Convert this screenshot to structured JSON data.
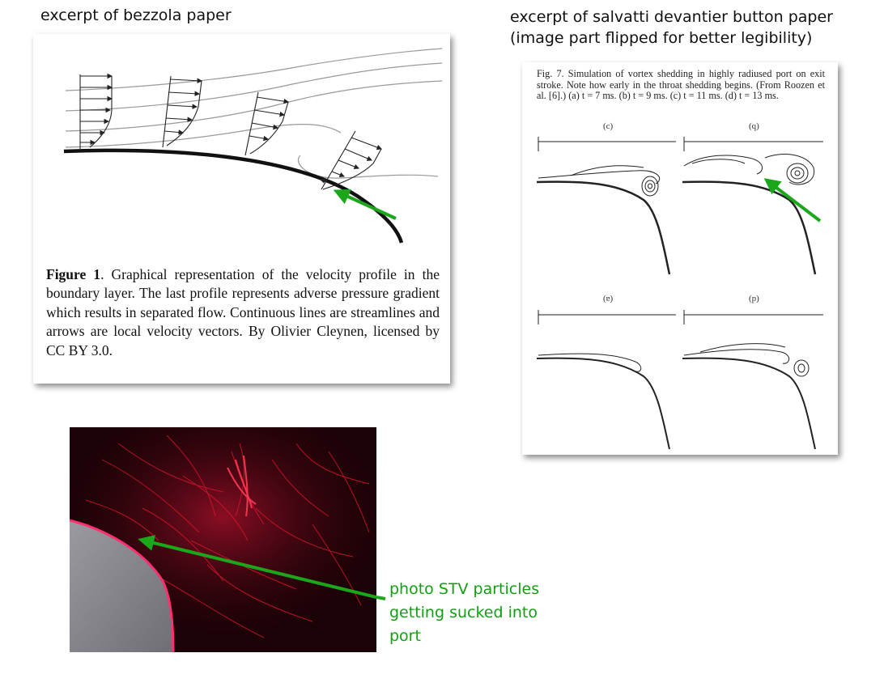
{
  "headings": {
    "left": "excerpt of bezzola paper",
    "right_line1": "excerpt of salvatti devantier button paper",
    "right_line2": "(image part flipped for better legibility)"
  },
  "figure1": {
    "label": "Figure 1",
    "caption": ". Graphical representation of the velocity profile in the boundary layer. The last profile represents adverse pressure gradient which results in separated flow. Continuous lines are streamlines and arrows are local velocity vectors. By Olivier Cleynen, licensed by CC BY 3.0."
  },
  "fig7": {
    "caption": "Fig. 7. Simulation of vortex shedding in highly radiused port on exit stroke. Note how early in the throat shedding begins. (From Roozen et al. [6].) (a) t = 7 ms. (b) t = 9 ms. (c) t = 11 ms. (d) t = 13 ms.",
    "panel_labels": [
      "(c)",
      "(q)",
      "(ɐ)",
      "(p)"
    ]
  },
  "photo": {
    "label": "photo STV particles getting sucked into port"
  },
  "colors": {
    "arrow_green": "#1aa81a",
    "label_green": "#12a012",
    "particle_red": "#e0142e"
  }
}
